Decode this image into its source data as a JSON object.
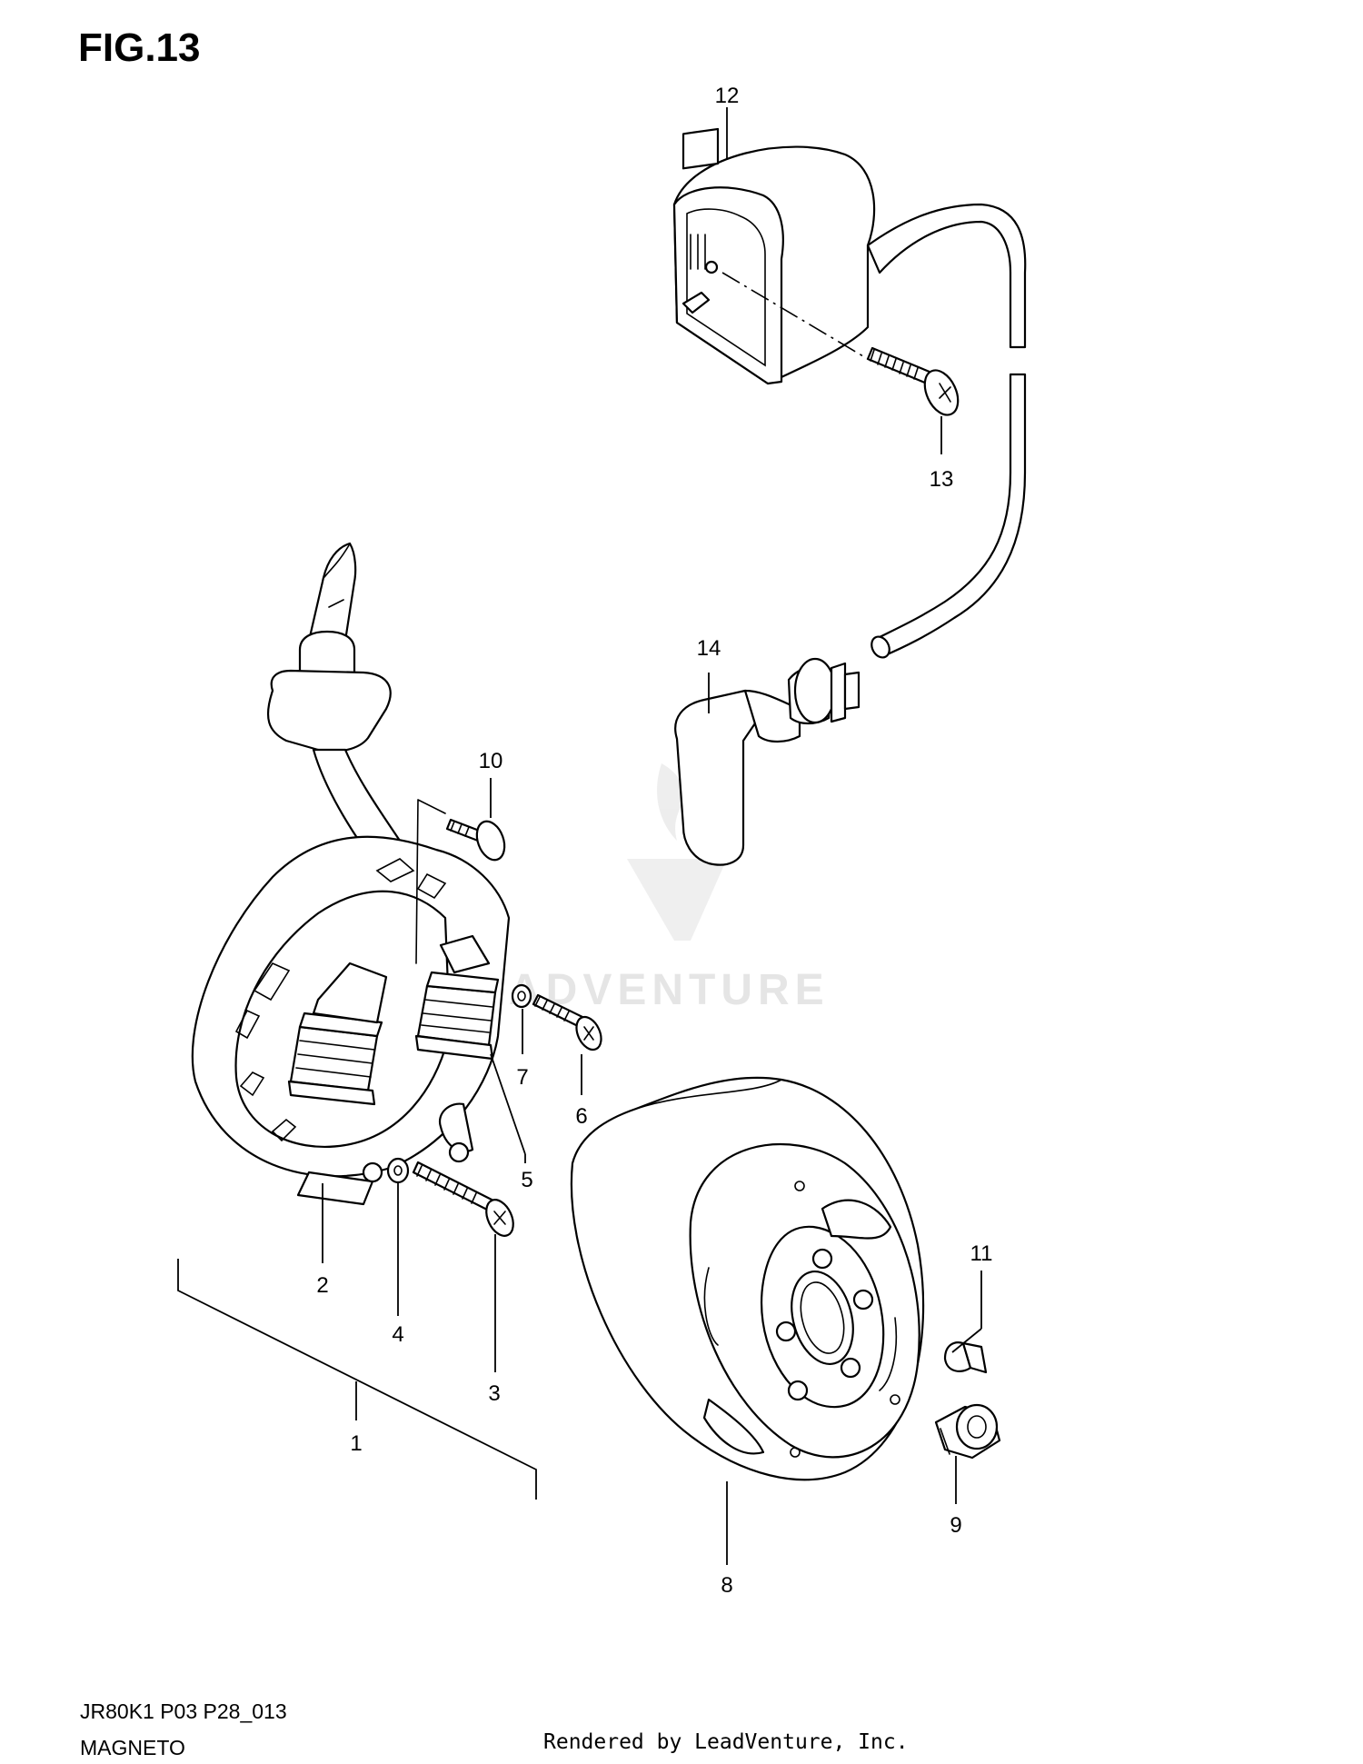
{
  "figure": {
    "title": "FIG.13",
    "model_code": "JR80K1 P03 P28_013",
    "section_name": "MAGNETO",
    "credit": "Rendered by LeadVenture, Inc."
  },
  "watermark": {
    "text": "ADVENTURE"
  },
  "callouts": {
    "c1": "1",
    "c2": "2",
    "c3": "3",
    "c4": "4",
    "c5": "5",
    "c6": "6",
    "c7": "7",
    "c8": "8",
    "c9": "9",
    "c10": "10",
    "c11": "11",
    "c12": "12",
    "c13": "13",
    "c14": "14"
  }
}
